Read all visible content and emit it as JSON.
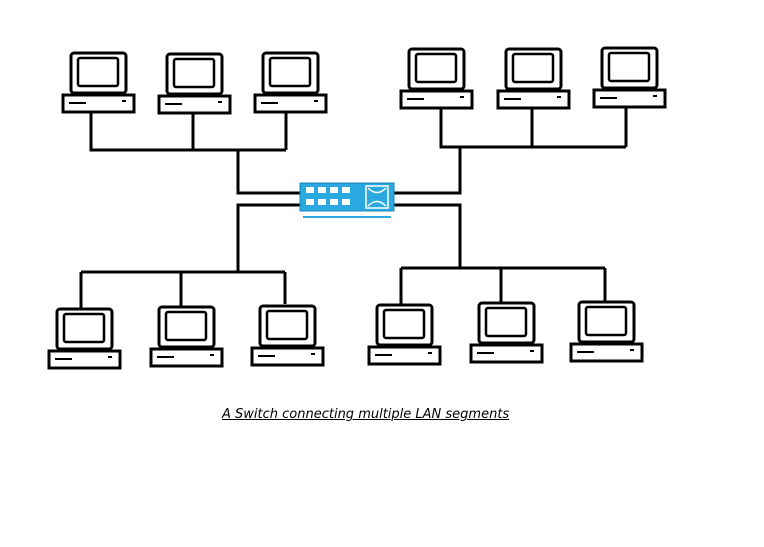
{
  "caption": "A Switch connecting multiple LAN segments",
  "colors": {
    "line": "#000000",
    "switch": "#2aa8e0",
    "switch_dark": "#1b86bd",
    "background": "#ffffff"
  },
  "nodes": {
    "switch": {
      "name": "switch",
      "icon": "network-switch-icon"
    },
    "computers": [
      {
        "name": "computer-top-left-1",
        "icon": "computer-icon"
      },
      {
        "name": "computer-top-left-2",
        "icon": "computer-icon"
      },
      {
        "name": "computer-top-left-3",
        "icon": "computer-icon"
      },
      {
        "name": "computer-top-right-1",
        "icon": "computer-icon"
      },
      {
        "name": "computer-top-right-2",
        "icon": "computer-icon"
      },
      {
        "name": "computer-top-right-3",
        "icon": "computer-icon"
      },
      {
        "name": "computer-bottom-left-1",
        "icon": "computer-icon"
      },
      {
        "name": "computer-bottom-left-2",
        "icon": "computer-icon"
      },
      {
        "name": "computer-bottom-left-3",
        "icon": "computer-icon"
      },
      {
        "name": "computer-bottom-right-1",
        "icon": "computer-icon"
      },
      {
        "name": "computer-bottom-right-2",
        "icon": "computer-icon"
      },
      {
        "name": "computer-bottom-right-3",
        "icon": "computer-icon"
      }
    ]
  }
}
